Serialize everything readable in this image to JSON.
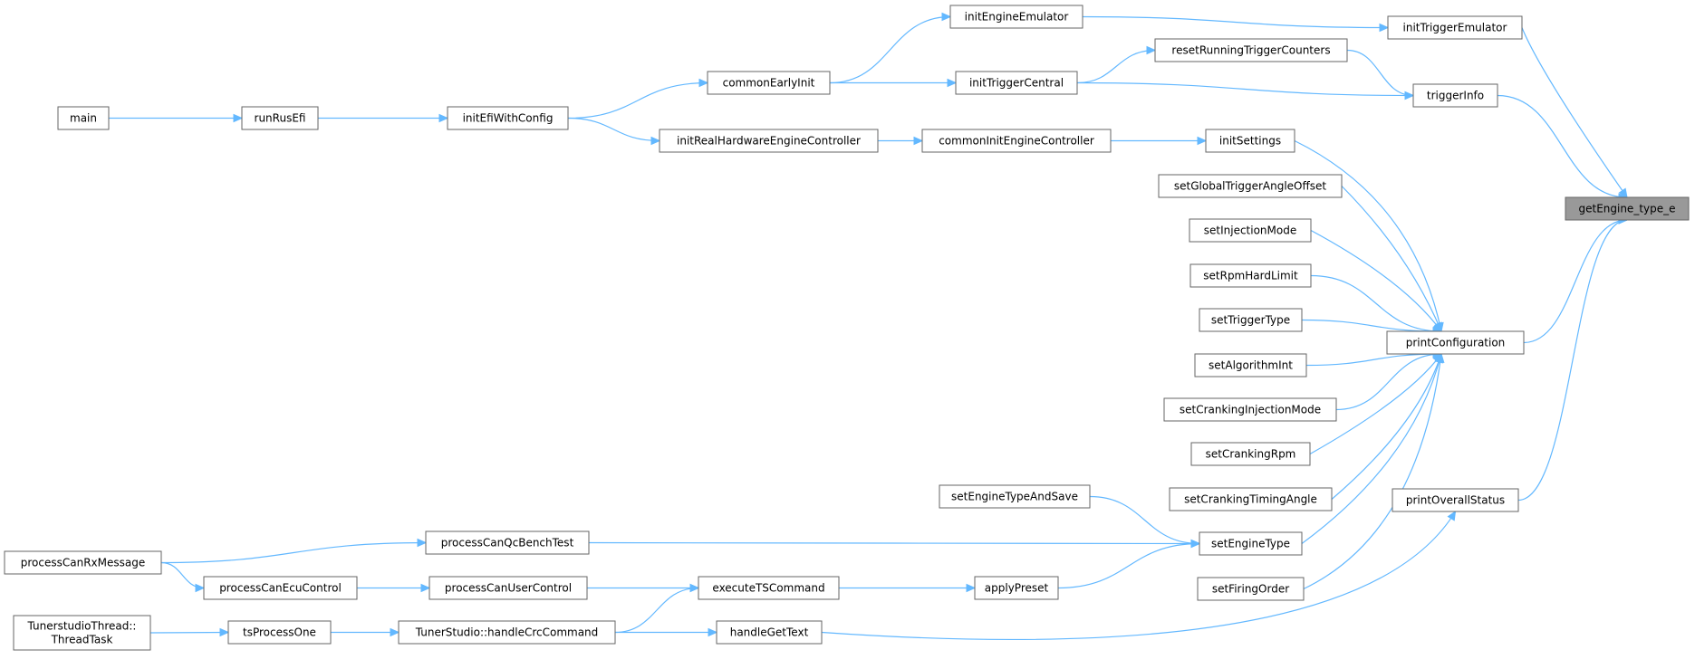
{
  "graph": {
    "title": "",
    "focus_node": "getEngine_type_e",
    "colors": {
      "edge": "#63b8ff",
      "node_border": "#666666",
      "focus_fill": "#999999",
      "node_fill": "#ffffff",
      "text": "#000000"
    },
    "nodes": [
      {
        "id": "getEngine",
        "lines": [
          "getEngine_type_e"
        ]
      },
      {
        "id": "initTriggerEmulator",
        "lines": [
          "initTriggerEmulator"
        ]
      },
      {
        "id": "triggerInfo",
        "lines": [
          "triggerInfo"
        ]
      },
      {
        "id": "printConfiguration",
        "lines": [
          "printConfiguration"
        ]
      },
      {
        "id": "printOverallStatus",
        "lines": [
          "printOverallStatus"
        ]
      },
      {
        "id": "initEngineEmulator",
        "lines": [
          "initEngineEmulator"
        ]
      },
      {
        "id": "resetRunningTriggerCounters",
        "lines": [
          "resetRunningTriggerCounters"
        ]
      },
      {
        "id": "initTriggerCentral",
        "lines": [
          "initTriggerCentral"
        ]
      },
      {
        "id": "initSettings",
        "lines": [
          "initSettings"
        ]
      },
      {
        "id": "setGlobalTriggerAngleOffset",
        "lines": [
          "setGlobalTriggerAngleOffset"
        ]
      },
      {
        "id": "setInjectionMode",
        "lines": [
          "setInjectionMode"
        ]
      },
      {
        "id": "setRpmHardLimit",
        "lines": [
          "setRpmHardLimit"
        ]
      },
      {
        "id": "setTriggerType",
        "lines": [
          "setTriggerType"
        ]
      },
      {
        "id": "setAlgorithmInt",
        "lines": [
          "setAlgorithmInt"
        ]
      },
      {
        "id": "setCrankingInjectionMode",
        "lines": [
          "setCrankingInjectionMode"
        ]
      },
      {
        "id": "setCrankingRpm",
        "lines": [
          "setCrankingRpm"
        ]
      },
      {
        "id": "setCrankingTimingAngle",
        "lines": [
          "setCrankingTimingAngle"
        ]
      },
      {
        "id": "setEngineType",
        "lines": [
          "setEngineType"
        ]
      },
      {
        "id": "setFiringOrder",
        "lines": [
          "setFiringOrder"
        ]
      },
      {
        "id": "setEngineTypeAndSave",
        "lines": [
          "setEngineTypeAndSave"
        ]
      },
      {
        "id": "applyPreset",
        "lines": [
          "applyPreset"
        ]
      },
      {
        "id": "commonInitEngineController",
        "lines": [
          "commonInitEngineController"
        ]
      },
      {
        "id": "commonEarlyInit",
        "lines": [
          "commonEarlyInit"
        ]
      },
      {
        "id": "initRealHardwareEngineController",
        "lines": [
          "initRealHardwareEngineController"
        ]
      },
      {
        "id": "initEfiWithConfig",
        "lines": [
          "initEfiWithConfig"
        ]
      },
      {
        "id": "runRusEfi",
        "lines": [
          "runRusEfi"
        ]
      },
      {
        "id": "main",
        "lines": [
          "main"
        ]
      },
      {
        "id": "processCanQcBenchTest",
        "lines": [
          "processCanQcBenchTest"
        ]
      },
      {
        "id": "executeTSCommand",
        "lines": [
          "executeTSCommand"
        ]
      },
      {
        "id": "handleGetText",
        "lines": [
          "handleGetText"
        ]
      },
      {
        "id": "processCanUserControl",
        "lines": [
          "processCanUserControl"
        ]
      },
      {
        "id": "processCanEcuControl",
        "lines": [
          "processCanEcuControl"
        ]
      },
      {
        "id": "processCanRxMessage",
        "lines": [
          "processCanRxMessage"
        ]
      },
      {
        "id": "handleCrcCommand",
        "lines": [
          "TunerStudio::handleCrcCommand"
        ]
      },
      {
        "id": "tsProcessOne",
        "lines": [
          "tsProcessOne"
        ]
      },
      {
        "id": "threadTask",
        "lines": [
          "TunerstudioThread::",
          "ThreadTask"
        ]
      }
    ],
    "edges": [
      {
        "from": "initTriggerEmulator",
        "to": "getEngine"
      },
      {
        "from": "triggerInfo",
        "to": "getEngine"
      },
      {
        "from": "printConfiguration",
        "to": "getEngine"
      },
      {
        "from": "printOverallStatus",
        "to": "getEngine"
      },
      {
        "from": "initEngineEmulator",
        "to": "initTriggerEmulator"
      },
      {
        "from": "resetRunningTriggerCounters",
        "to": "triggerInfo"
      },
      {
        "from": "initTriggerCentral",
        "to": "triggerInfo"
      },
      {
        "from": "initTriggerCentral",
        "to": "resetRunningTriggerCounters"
      },
      {
        "from": "commonEarlyInit",
        "to": "initEngineEmulator"
      },
      {
        "from": "commonEarlyInit",
        "to": "initTriggerCentral"
      },
      {
        "from": "initEfiWithConfig",
        "to": "commonEarlyInit"
      },
      {
        "from": "initEfiWithConfig",
        "to": "initRealHardwareEngineController"
      },
      {
        "from": "initRealHardwareEngineController",
        "to": "commonInitEngineController"
      },
      {
        "from": "commonInitEngineController",
        "to": "initSettings"
      },
      {
        "from": "runRusEfi",
        "to": "initEfiWithConfig"
      },
      {
        "from": "main",
        "to": "runRusEfi"
      },
      {
        "from": "initSettings",
        "to": "printConfiguration"
      },
      {
        "from": "setGlobalTriggerAngleOffset",
        "to": "printConfiguration"
      },
      {
        "from": "setInjectionMode",
        "to": "printConfiguration"
      },
      {
        "from": "setRpmHardLimit",
        "to": "printConfiguration"
      },
      {
        "from": "setTriggerType",
        "to": "printConfiguration"
      },
      {
        "from": "setAlgorithmInt",
        "to": "printConfiguration"
      },
      {
        "from": "setCrankingInjectionMode",
        "to": "printConfiguration"
      },
      {
        "from": "setCrankingRpm",
        "to": "printConfiguration"
      },
      {
        "from": "setCrankingTimingAngle",
        "to": "printConfiguration"
      },
      {
        "from": "setEngineType",
        "to": "printConfiguration"
      },
      {
        "from": "setFiringOrder",
        "to": "printConfiguration"
      },
      {
        "from": "setEngineTypeAndSave",
        "to": "setEngineType"
      },
      {
        "from": "applyPreset",
        "to": "setEngineType"
      },
      {
        "from": "processCanQcBenchTest",
        "to": "setEngineType"
      },
      {
        "from": "executeTSCommand",
        "to": "applyPreset"
      },
      {
        "from": "processCanUserControl",
        "to": "executeTSCommand"
      },
      {
        "from": "handleCrcCommand",
        "to": "executeTSCommand"
      },
      {
        "from": "processCanEcuControl",
        "to": "processCanUserControl"
      },
      {
        "from": "processCanRxMessage",
        "to": "processCanQcBenchTest"
      },
      {
        "from": "processCanRxMessage",
        "to": "processCanEcuControl"
      },
      {
        "from": "handleCrcCommand",
        "to": "handleGetText"
      },
      {
        "from": "handleGetText",
        "to": "printOverallStatus"
      },
      {
        "from": "tsProcessOne",
        "to": "handleCrcCommand"
      },
      {
        "from": "threadTask",
        "to": "tsProcessOne"
      }
    ]
  }
}
